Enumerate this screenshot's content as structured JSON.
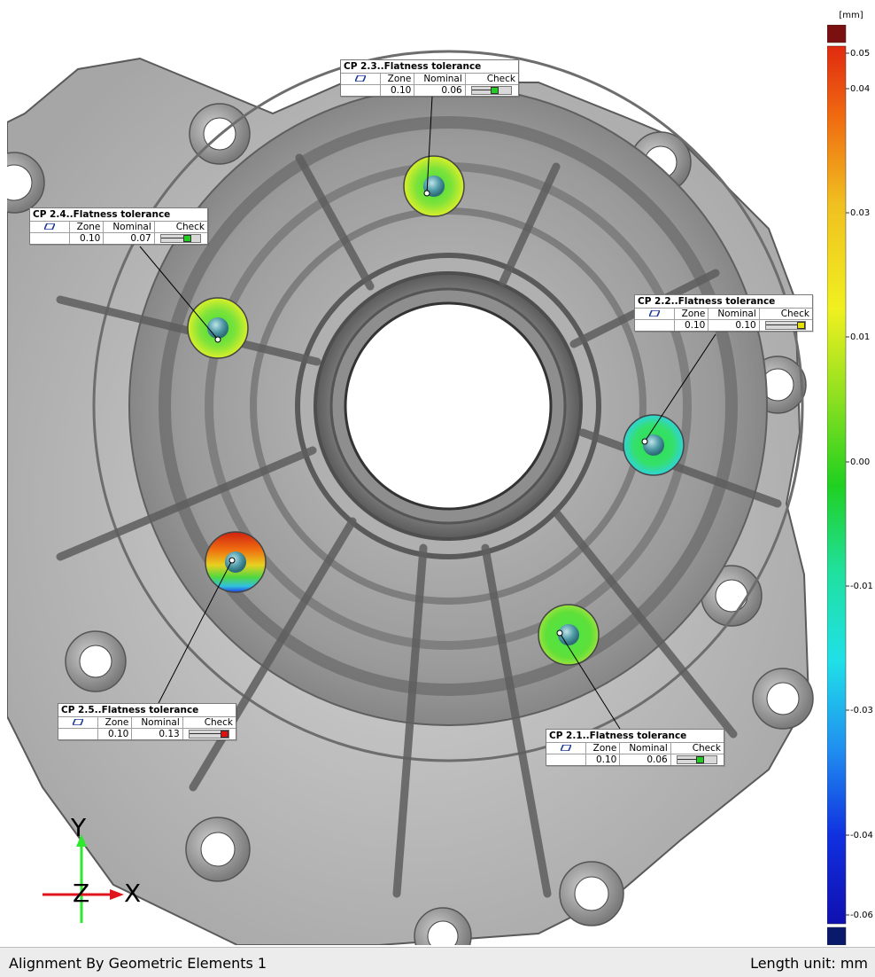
{
  "colors": {
    "background": "#ffffff",
    "casting_shade": "#9d9d9d",
    "axis_x": "#e0141a",
    "axis_y": "#2ee82e",
    "leader_line": "#000000",
    "status_bar": "#ececec"
  },
  "color_scale": {
    "unit": "[mm]",
    "labels": [
      "0.05",
      "0.04",
      "0.03",
      "0.01",
      "0.00",
      "-0.01",
      "-0.03",
      "-0.04",
      "-0.06"
    ],
    "over_color": "#7a1010",
    "under_color": "#0a1a6a"
  },
  "callouts": [
    {
      "id": "cp23",
      "title": "CP 2.3..Flatness tolerance",
      "symbol": "flatness-icon",
      "headers": [
        "Zone",
        "Nominal",
        "Check"
      ],
      "zone": "0.10",
      "nominal": "0.06",
      "check_fraction": 0.6,
      "check_color": "#22cc22"
    },
    {
      "id": "cp24",
      "title": "CP 2.4..Flatness tolerance",
      "symbol": "flatness-icon",
      "headers": [
        "Zone",
        "Nominal",
        "Check"
      ],
      "zone": "0.10",
      "nominal": "0.07",
      "check_fraction": 0.7,
      "check_color": "#22cc22"
    },
    {
      "id": "cp22",
      "title": "CP 2.2..Flatness tolerance",
      "symbol": "flatness-icon",
      "headers": [
        "Zone",
        "Nominal",
        "Check"
      ],
      "zone": "0.10",
      "nominal": "0.10",
      "check_fraction": 1.0,
      "check_color": "#e6e000"
    },
    {
      "id": "cp25",
      "title": "CP 2.5..Flatness tolerance",
      "symbol": "flatness-icon",
      "headers": [
        "Zone",
        "Nominal",
        "Check"
      ],
      "zone": "0.10",
      "nominal": "0.13",
      "check_fraction": 1.0,
      "check_color": "#e01010"
    },
    {
      "id": "cp21",
      "title": "CP 2.1..Flatness tolerance",
      "symbol": "flatness-icon",
      "headers": [
        "Zone",
        "Nominal",
        "Check"
      ],
      "zone": "0.10",
      "nominal": "0.06",
      "check_fraction": 0.6,
      "check_color": "#22cc22"
    }
  ],
  "axes": {
    "x_label": "X",
    "y_label": "Y",
    "z_label": "Z"
  },
  "status_bar": {
    "left_text": "Alignment By Geometric Elements 1",
    "right_text": "Length unit: mm"
  }
}
